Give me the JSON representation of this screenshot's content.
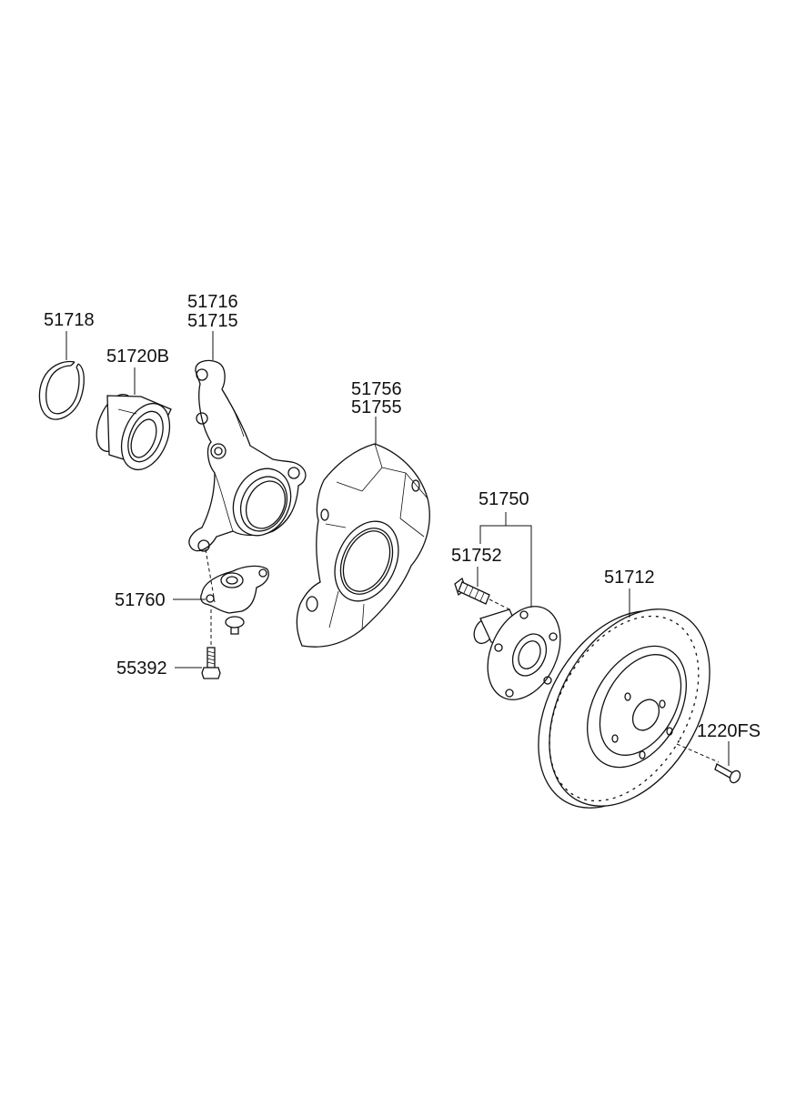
{
  "parts": {
    "snap_ring": "51718",
    "bearing": "51720B",
    "knuckle_lh": "51716",
    "knuckle_rh": "51715",
    "dust_cover_lh": "51756",
    "dust_cover_rh": "51755",
    "ball_joint": "51760",
    "bolt": "55392",
    "hub_assy": "51750",
    "hub_bolt": "51752",
    "disc": "51712",
    "screw": "1220FS"
  }
}
